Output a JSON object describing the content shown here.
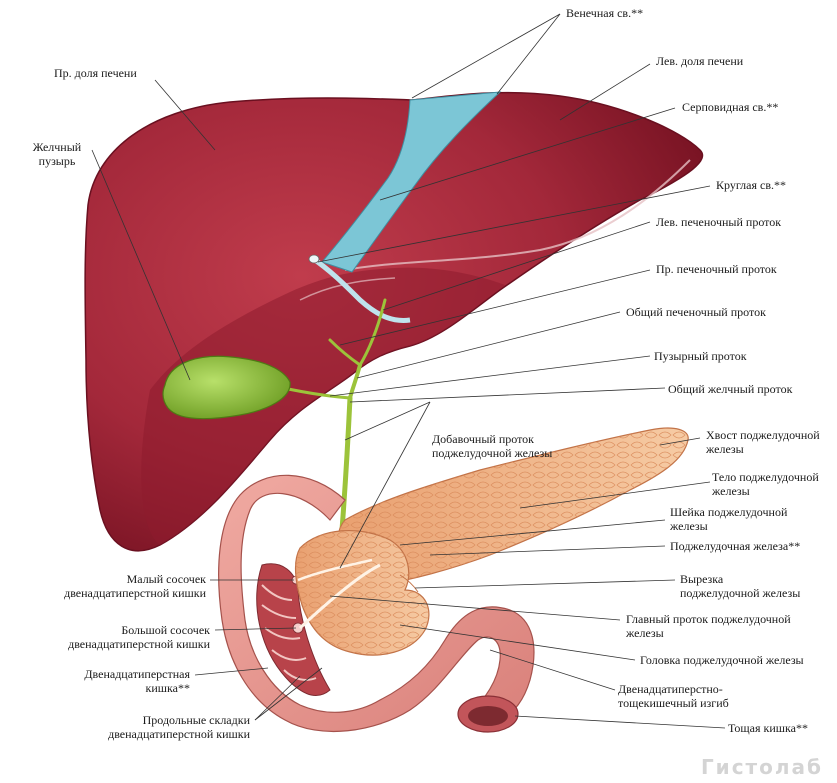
{
  "labels": {
    "coronary_lig": "Венечная св.**",
    "right_lobe": "Пр. доля печени",
    "left_lobe": "Лев. доля печени",
    "falciform_lig": "Серповидная св.**",
    "gallbladder": "Желчный\nпузырь",
    "round_lig": "Круглая св.**",
    "left_hepatic_duct": "Лев. печеночный проток",
    "right_hepatic_duct": "Пр. печеночный проток",
    "common_hepatic_duct": "Общий печеночный проток",
    "cystic_duct": "Пузырный проток",
    "common_bile_duct": "Общий желчный проток",
    "accessory_duct": "Добавочный проток\nподжелудочной железы",
    "pancreas_tail": "Хвост поджелудочной\nжелезы",
    "pancreas_body": "Тело поджелудочной\nжелезы",
    "pancreas_neck": "Шейка поджелудочной\nжелезы",
    "pancreas": "Поджелудочная железа**",
    "pancreatic_notch": "Вырезка\nподжелудочной железы",
    "main_pancreatic_duct": "Главный проток поджелудочной\nжелезы",
    "pancreas_head": "Головка поджелудочной железы",
    "duodenojejunal_flexure": "Двенадцатиперстно-\nтощекишечный изгиб",
    "jejunum": "Тощая кишка**",
    "minor_papilla": "Малый сосочек\nдвенадцатиперстной кишки",
    "major_papilla": "Большой сосочек\nдвенадцатиперстной кишки",
    "duodenum": "Двенадцатиперстная\nкишка**",
    "longitudinal_folds": "Продольные складки\nдвенадцатиперстной кишки"
  },
  "watermark": "Гистолаб",
  "colors": {
    "liver": "#a3283a",
    "liver_dark": "#7a1424",
    "ligament": "#7cc6d6",
    "gallbladder": "#8fc23a",
    "pancreas": "#f0b486",
    "duodenum": "#e8958f",
    "leader": "#333333"
  }
}
